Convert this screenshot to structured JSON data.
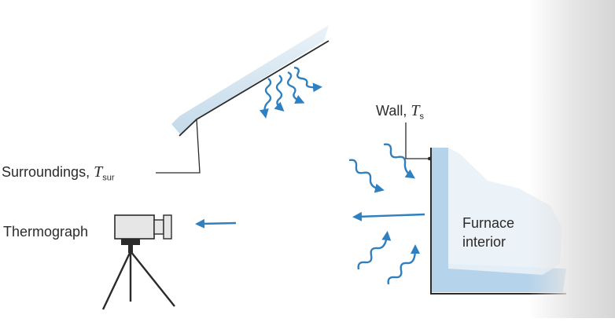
{
  "labels": {
    "surroundings": {
      "text": "Surroundings, ",
      "symbol": "T",
      "subscript": "sur"
    },
    "wall": {
      "text": "Wall, ",
      "symbol": "T",
      "subscript": "s"
    },
    "thermograph": "Thermograph",
    "furnace": [
      "Furnace",
      "interior"
    ]
  },
  "colors": {
    "arrow": "#2f80c0",
    "surface": "#cfe2ef",
    "line": "#2b2b2b",
    "camera": "#e6e6e6"
  }
}
